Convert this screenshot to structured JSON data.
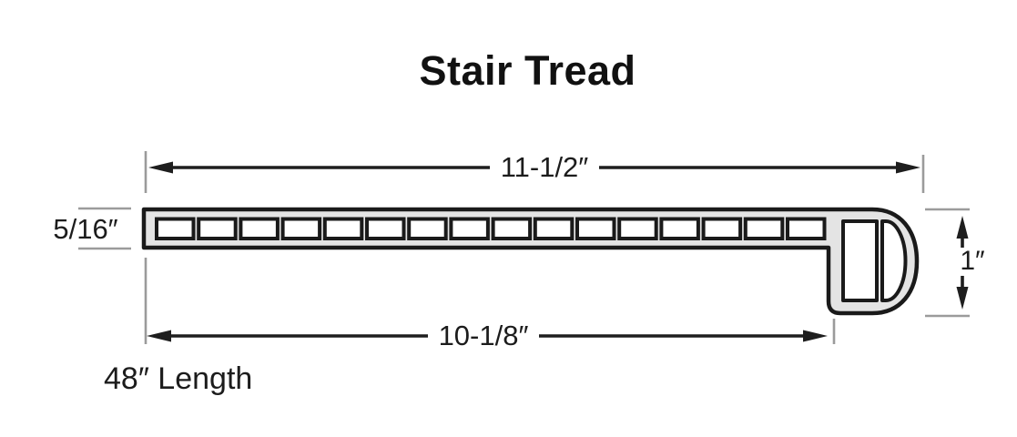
{
  "title": "Stair Tread",
  "labels": {
    "top_width": "11-1/2″",
    "thickness": "5/16″",
    "nose_height": "1″",
    "bottom_depth": "10-1/8″",
    "length_note": "48″ Length"
  },
  "profile": {
    "hole_count": 16
  },
  "colors": {
    "outline": "#1a1a1a",
    "profile_fill": "#e4e4e4",
    "dimension_line": "#1e1e1e",
    "extension_line": "#9b9b9b",
    "text": "#1c1c1c",
    "background": "#ffffff"
  }
}
